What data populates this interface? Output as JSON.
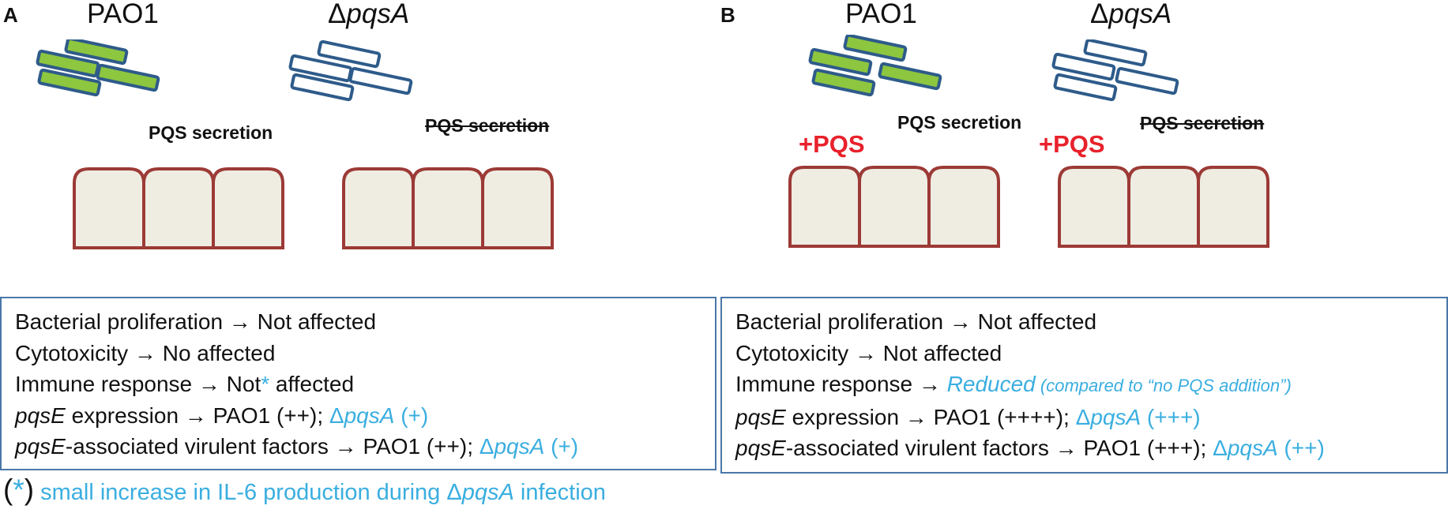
{
  "panels": [
    {
      "letter": "A",
      "strains": [
        {
          "prefix": "",
          "name": "PAO1",
          "italic": false,
          "bacteria_fill": "green",
          "secretion": "PQS secretion",
          "secretion_struck": false,
          "added": ""
        },
        {
          "prefix": "Δ",
          "name": "pqsA",
          "italic": true,
          "bacteria_fill": "white",
          "secretion": "PQS secretion",
          "secretion_struck": true,
          "added": ""
        }
      ],
      "box_lines": [
        {
          "label": "Bacterial proliferation",
          "arrow": " → ",
          "value": "Not affected"
        },
        {
          "label": "Cytotoxicity",
          "arrow": " → ",
          "value": "No affected"
        },
        {
          "label": "Immune response",
          "arrow": " → ",
          "value": "Not",
          "marker": "*",
          "value_after": " affected"
        },
        {
          "gene": "pqsE",
          "label": " expression",
          "arrow": " → ",
          "value": "PAO1 (++); ",
          "mut_prefix": "Δ",
          "mut_name": "pqsA",
          "mut_level": " (+)"
        },
        {
          "gene": "pqsE",
          "label": "-associated virulent factors",
          "arrow": " → ",
          "value": "PAO1 (++); ",
          "mut_prefix": "Δ",
          "mut_name": "pqsA",
          "mut_level": " (+)"
        }
      ]
    },
    {
      "letter": "B",
      "strains": [
        {
          "prefix": "",
          "name": "PAO1",
          "italic": false,
          "bacteria_fill": "green",
          "secretion": "PQS secretion",
          "secretion_struck": false,
          "added": "+PQS"
        },
        {
          "prefix": "Δ",
          "name": "pqsA",
          "italic": true,
          "bacteria_fill": "white",
          "secretion": "PQS secretion",
          "secretion_struck": true,
          "added": "+PQS"
        }
      ],
      "box_lines": [
        {
          "label": "Bacterial proliferation",
          "arrow": " → ",
          "value": "Not affected"
        },
        {
          "label": "Cytotoxicity",
          "arrow": " → ",
          "value": "Not affected"
        },
        {
          "label": "Immune response",
          "arrow": " → ",
          "reduced": "Reduced",
          "note": " (compared to “no PQS addition”)"
        },
        {
          "gene": "pqsE",
          "label": " expression",
          "arrow": " → ",
          "value": "PAO1 (++++); ",
          "mut_prefix": "Δ",
          "mut_name": "pqsA",
          "mut_level": " (+++)"
        },
        {
          "gene": "pqsE",
          "label": "-associated virulent factors",
          "arrow": " → ",
          "value": "PAO1 (+++); ",
          "mut_prefix": "Δ",
          "mut_name": "pqsA",
          "mut_level": " (++)"
        }
      ]
    }
  ],
  "footnote": {
    "open": "(",
    "marker": "*",
    "close": ")",
    "text_before": " small increase in IL-6 production during ",
    "mut_prefix": "Δ",
    "mut_name": "pqsA",
    "text_after": " infection"
  },
  "colors": {
    "bacteria_green": "#8dc63f",
    "bacteria_outline": "#2e5b8a",
    "cell_fill": "#efece2",
    "cell_outline": "#9c3a36",
    "box_border": "#4a78a8",
    "accent_blue": "#3aaee0",
    "plus_pqs_red": "#e8212b"
  },
  "icons": {
    "bacterium": "rod-bacterium-icon",
    "epithelial_cell": "epithelial-cell-icon"
  }
}
